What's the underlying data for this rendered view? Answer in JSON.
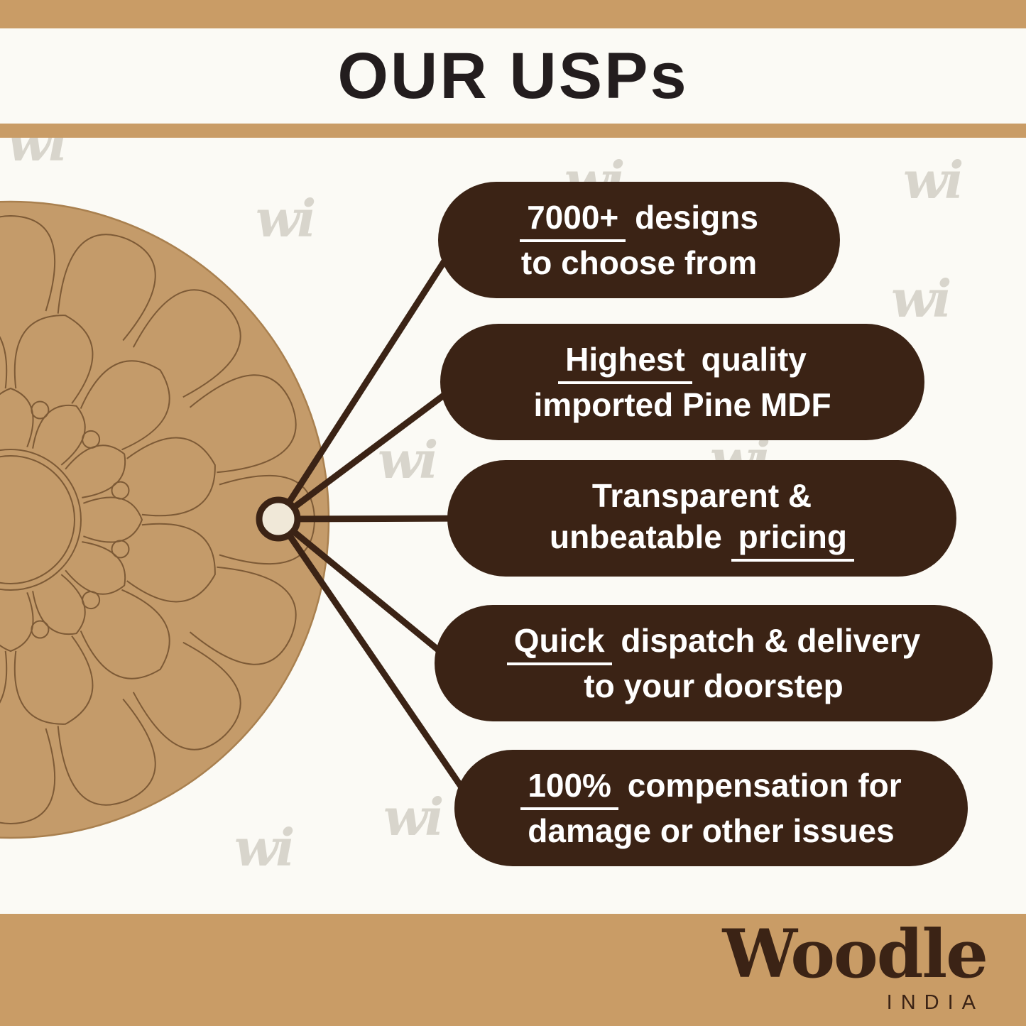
{
  "header": {
    "title": "OUR USPs"
  },
  "watermark": {
    "text": "wi"
  },
  "pills": [
    {
      "line1": {
        "pre": "",
        "u": "7000+",
        "post": " designs"
      },
      "line2": {
        "pre": "to choose from",
        "u": "",
        "post": ""
      }
    },
    {
      "line1": {
        "pre": "",
        "u": "Highest",
        "post": " quality"
      },
      "line2": {
        "pre": "imported Pine MDF",
        "u": "",
        "post": ""
      }
    },
    {
      "line1": {
        "pre": "Transparent &",
        "u": "",
        "post": ""
      },
      "line2": {
        "pre": "unbeatable ",
        "u": "pricing",
        "post": ""
      }
    },
    {
      "line1": {
        "pre": "",
        "u": "Quick",
        "post": " dispatch & delivery"
      },
      "line2": {
        "pre": "to your doorstep",
        "u": "",
        "post": ""
      }
    },
    {
      "line1": {
        "pre": "",
        "u": "100%",
        "post": " compensation for"
      },
      "line2": {
        "pre": "damage or other issues",
        "u": "",
        "post": ""
      }
    }
  ],
  "footer": {
    "brand": "Woodle",
    "country": "INDIA"
  },
  "colors": {
    "tan": "#c99c66",
    "pill_brown": "#3b2315",
    "cream": "#f0e8d8",
    "mdf": "#c49b6a",
    "engrave_line": "#7d5a36"
  }
}
